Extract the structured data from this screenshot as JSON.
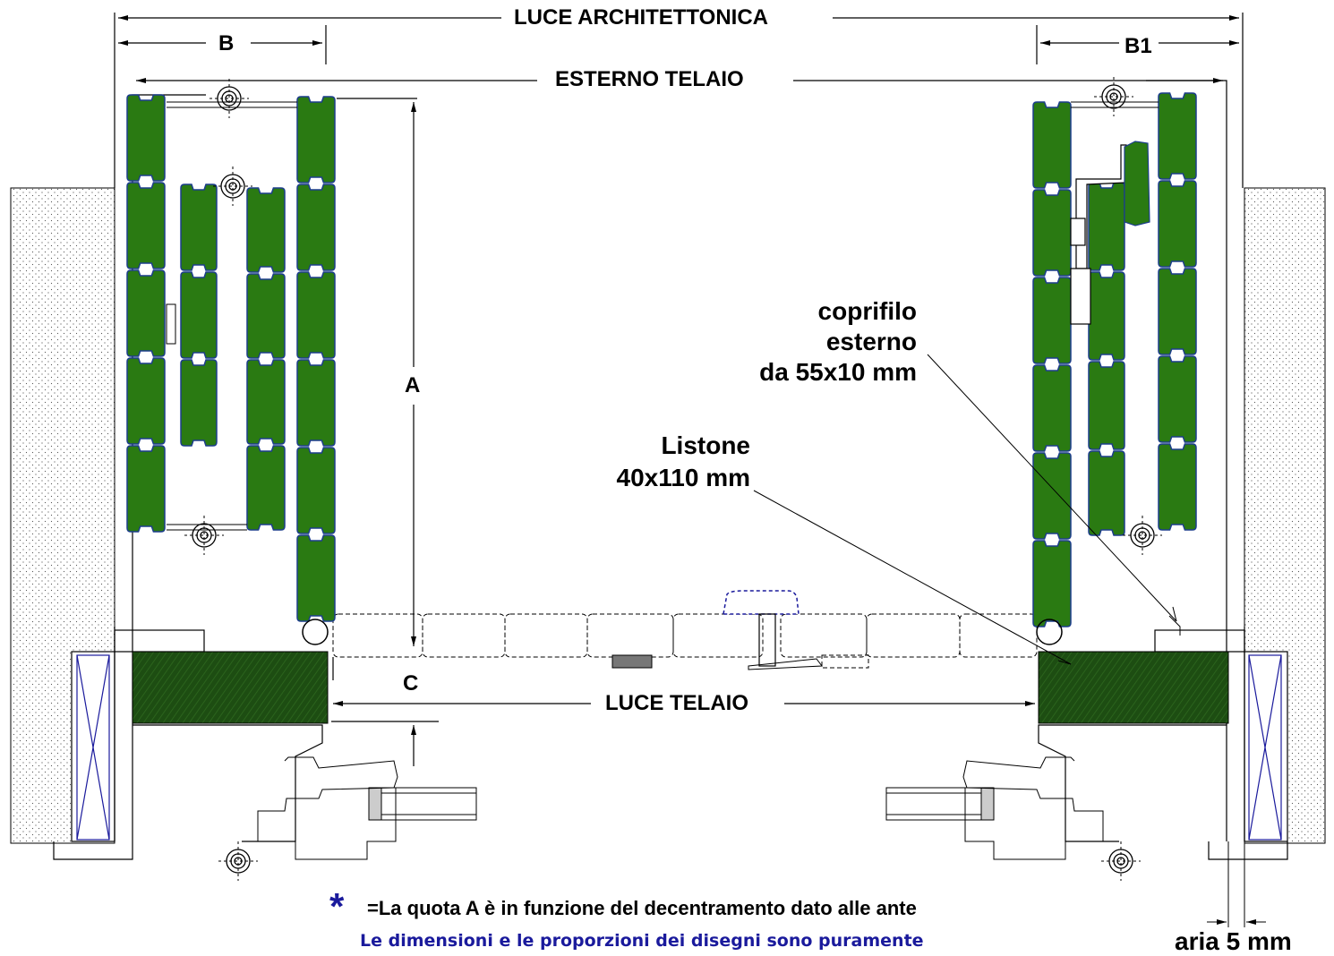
{
  "dimensions": {
    "luce_architettonica": "LUCE  ARCHITETTONICA",
    "esterno_telaio": "ESTERNO TELAIO",
    "luce_telaio": "LUCE TELAIO",
    "b": "B",
    "b1": "B1",
    "a": "A",
    "c": "C",
    "aria": "aria 5 mm"
  },
  "callouts": {
    "coprifilo_line1": "coprifilo",
    "coprifilo_line2": "esterno",
    "coprifilo_line3": "da 55x10 mm",
    "listone_line1": "Listone",
    "listone_line2": "40x110 mm"
  },
  "notes": {
    "asterisk": "*",
    "quota_note": "=La quota A è in funzione del decentramento dato alle ante",
    "disclaimer": "Le dimensioni e le proporzioni dei disegni sono puramente"
  },
  "colors": {
    "slat_green": "#2a7a12",
    "slat_outline": "#1c3d8c",
    "frame_green": "#1d4d12",
    "note_blue": "#1a1a9c",
    "line": "#000000"
  }
}
